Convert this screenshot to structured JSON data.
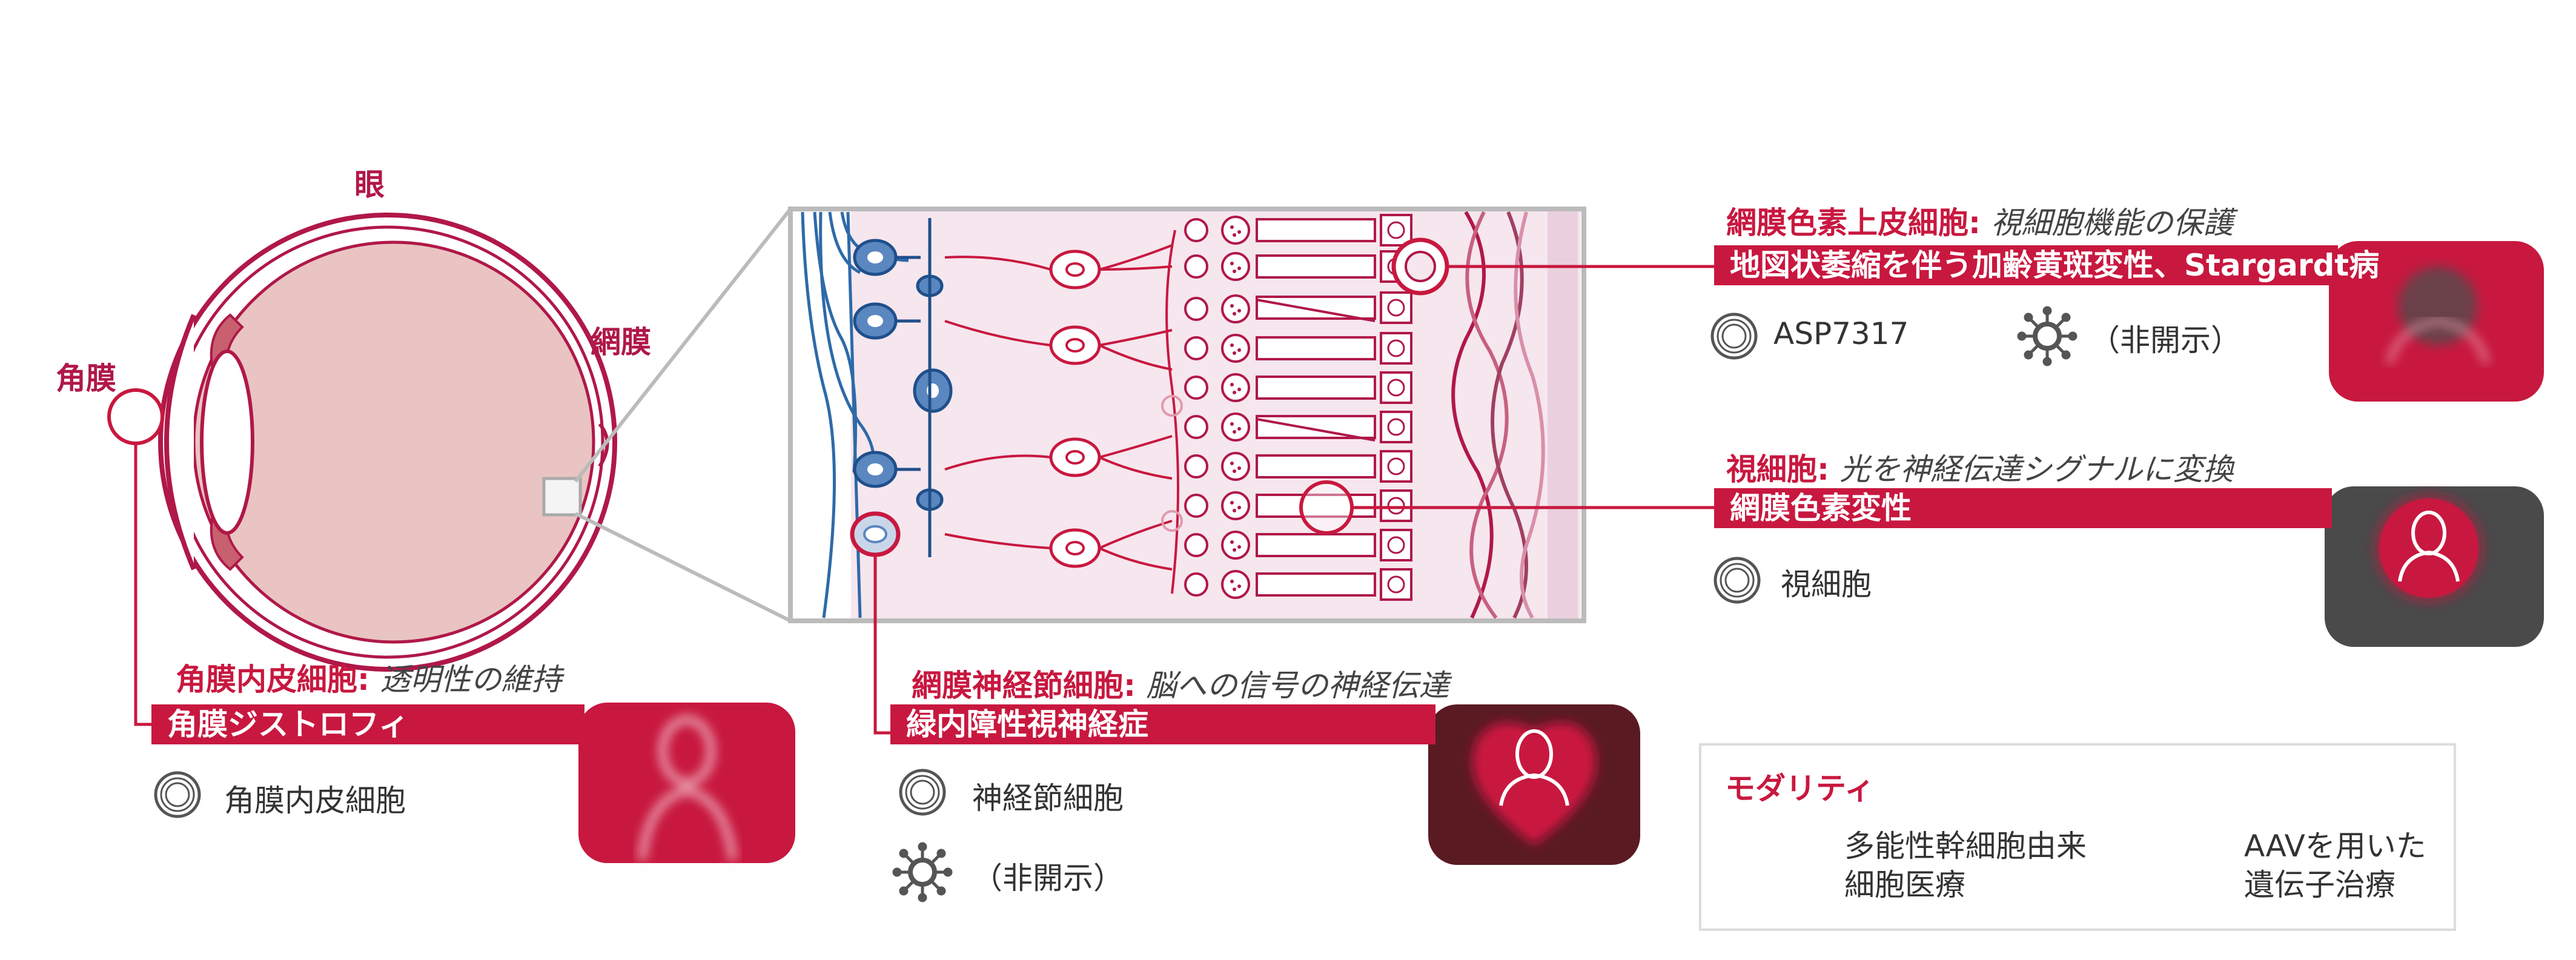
{
  "eye": {
    "label_eye": "眼",
    "label_retina": "網膜",
    "label_cornea": "角膜"
  },
  "cornea": {
    "cell": "角膜内皮細胞",
    "function": "透明性の維持",
    "disease": "角膜ジストロフィ",
    "modalities": [
      "角膜内皮細胞"
    ]
  },
  "ganglion": {
    "cell": "網膜神経節細胞",
    "function": "脳への信号の神経伝達",
    "disease": "緑内障性視神経症",
    "modalities": [
      "神経節細胞",
      "（非開示）"
    ]
  },
  "rpe": {
    "cell": "網膜色素上皮細胞",
    "function": "視細胞機能の保護",
    "disease": "地図状萎縮を伴う加齢黄斑変性、Stargardt病",
    "modalities": [
      "ASP7317",
      "（非開示）"
    ]
  },
  "photoreceptor": {
    "cell": "視細胞",
    "function": "光を神経伝達シグナルに変換",
    "disease": "網膜色素変性",
    "modalities": [
      "視細胞"
    ]
  },
  "legend": {
    "title": "モダリティ",
    "cell_therapy": "多能性幹細胞由来\n細胞医療",
    "cell_therapy_l1": "多能性幹細胞由来",
    "cell_therapy_l2": "細胞医療",
    "gene_therapy_l1": "AAVを用いた",
    "gene_therapy_l2": "遺伝子治療"
  },
  "colors": {
    "accent": "#c8183f",
    "accent_dark": "#b01848",
    "retina_bg": "#f6e6ee",
    "eye_fill": "#e9c4c2",
    "blue_cells": "#5b87c0",
    "tile_dark": "#4a4a4a",
    "tile_maroon": "#5a1a22"
  },
  "icons": [
    "cell-therapy-icon",
    "gene-therapy-icon",
    "person-icon"
  ]
}
